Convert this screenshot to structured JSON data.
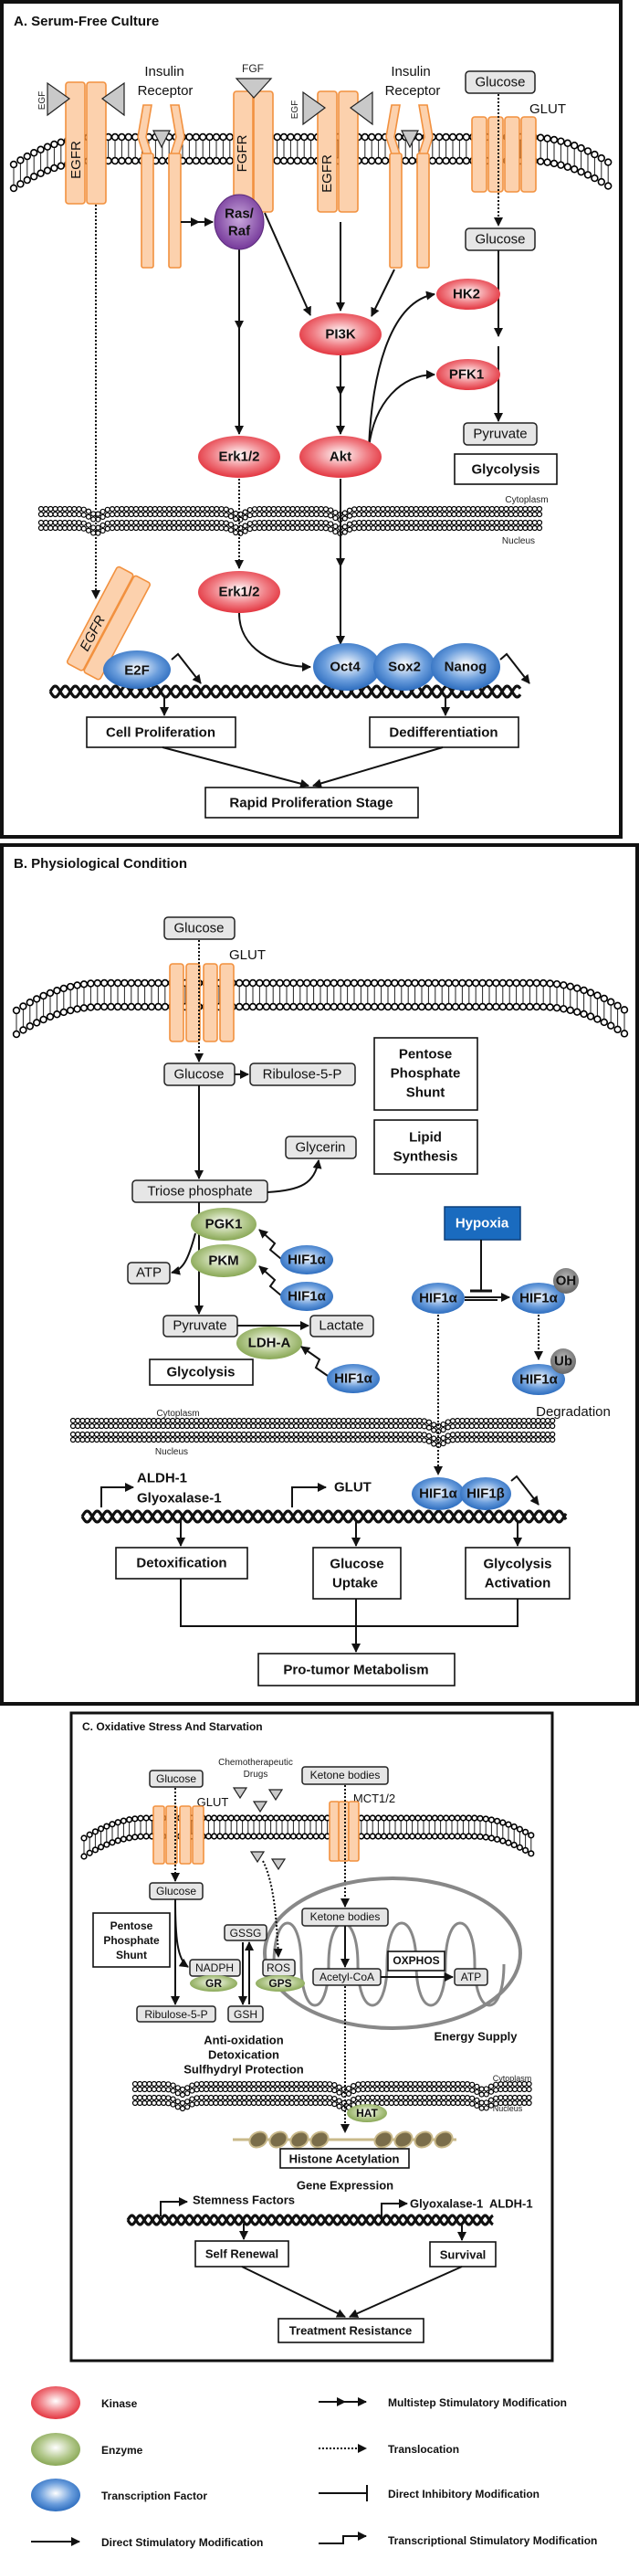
{
  "colors": {
    "kinase": "#e8323c",
    "enzyme": "#86a752",
    "transcription_factor": "#2a6cc0",
    "ras_raf": "#7a3c9e",
    "receptor": "#fcd1ad",
    "receptor_stroke": "#f2913f",
    "hypoxia": "#1a6bbf",
    "modification": "#7a7a7a"
  },
  "panel_a": {
    "title": "A. Serum-Free Culture",
    "egf": "EGF",
    "fgf": "FGF",
    "egfr": "EGFR",
    "fgfr": "FGFR",
    "insulin_receptor": [
      "Insulin",
      "Receptor"
    ],
    "glut": "GLUT",
    "glucose": "Glucose",
    "pyruvate": "Pyruvate",
    "glycolysis": "Glycolysis",
    "ras_raf": [
      "Ras/",
      "Raf"
    ],
    "pi3k": "PI3K",
    "akt": "Akt",
    "erk": "Erk1/2",
    "hk2": "HK2",
    "pfk1": "PFK1",
    "cytoplasm": "Cytoplasm",
    "nucleus": "Nucleus",
    "e2f": "E2F",
    "oct4": "Oct4",
    "sox2": "Sox2",
    "nanog": "Nanog",
    "cell_proliferation": "Cell Proliferation",
    "dedifferentiation": "Dedifferentiation",
    "rapid_proliferation": "Rapid Proliferation Stage"
  },
  "panel_b": {
    "title": "B. Physiological Condition",
    "glucose": "Glucose",
    "glut": "GLUT",
    "ribulose": "Ribulose-5-P",
    "pentose_shunt": [
      "Pentose",
      "Phosphate",
      "Shunt"
    ],
    "lipid_synthesis": [
      "Lipid",
      "Synthesis"
    ],
    "glycerin": "Glycerin",
    "triose_phosphate": "Triose phosphate",
    "pgk1": "PGK1",
    "pkm": "PKM",
    "ldha": "LDH-A",
    "hif1a": "HIF1α",
    "hif1b": "HIF1β",
    "atp": "ATP",
    "pyruvate": "Pyruvate",
    "lactate": "Lactate",
    "glycolysis": "Glycolysis",
    "hypoxia": "Hypoxia",
    "oh": "OH",
    "ub": "Ub",
    "degradation": "Degradation",
    "cytoplasm": "Cytoplasm",
    "nucleus": "Nucleus",
    "aldh1": "ALDH-1",
    "glyoxalase1": "Glyoxalase-1",
    "glut_gene": "GLUT",
    "detoxification": "Detoxification",
    "glucose_uptake": [
      "Glucose",
      "Uptake"
    ],
    "glycolysis_activation": [
      "Glycolysis",
      "Activation"
    ],
    "pro_tumor": "Pro-tumor Metabolism"
  },
  "panel_c": {
    "title": "C. Oxidative Stress And Starvation",
    "chemo_drugs": [
      "Chemotherapeutic",
      "Drugs"
    ],
    "glucose": "Glucose",
    "glut": "GLUT",
    "ketone_bodies": "Ketone bodies",
    "mct": "MCT1/2",
    "pentose_shunt": [
      "Pentose",
      "Phosphate",
      "Shunt"
    ],
    "gssg": "GSSG",
    "nadph": "NADPH",
    "gr": "GR",
    "ros": "ROS",
    "gps": "GPS",
    "gsh": "GSH",
    "ribulose": "Ribulose-5-P",
    "acetyl_coa": "Acetyl-CoA",
    "oxphos": "OXPHOS",
    "atp": "ATP",
    "energy_supply": "Energy Supply",
    "functions": [
      "Anti-oxidation",
      "Detoxication",
      "Sulfhydryl Protection"
    ],
    "cytoplasm": "Cytoplasm",
    "nucleus": "Nucleus",
    "hat": "HAT",
    "histone_acetylation": "Histone Acetylation",
    "gene_expression": "Gene Expression",
    "stemness_factors": "Stemness Factors",
    "survival_genes": "Glyoxalase-1  ALDH-1",
    "self_renewal": "Self Renewal",
    "survival": "Survival",
    "treatment_resistance": "Treatment Resistance"
  },
  "legend": {
    "kinase": "Kinase",
    "enzyme": "Enzyme",
    "transcription_factor": "Transcription Factor",
    "direct_stimulatory": "Direct Stimulatory Modification",
    "multistep_stimulatory": "Multistep Stimulatory Modification",
    "translocation": "Translocation",
    "direct_inhibitory": "Direct Inhibitory Modification",
    "transcriptional_stimulatory": "Transcriptional Stimulatory Modification"
  }
}
